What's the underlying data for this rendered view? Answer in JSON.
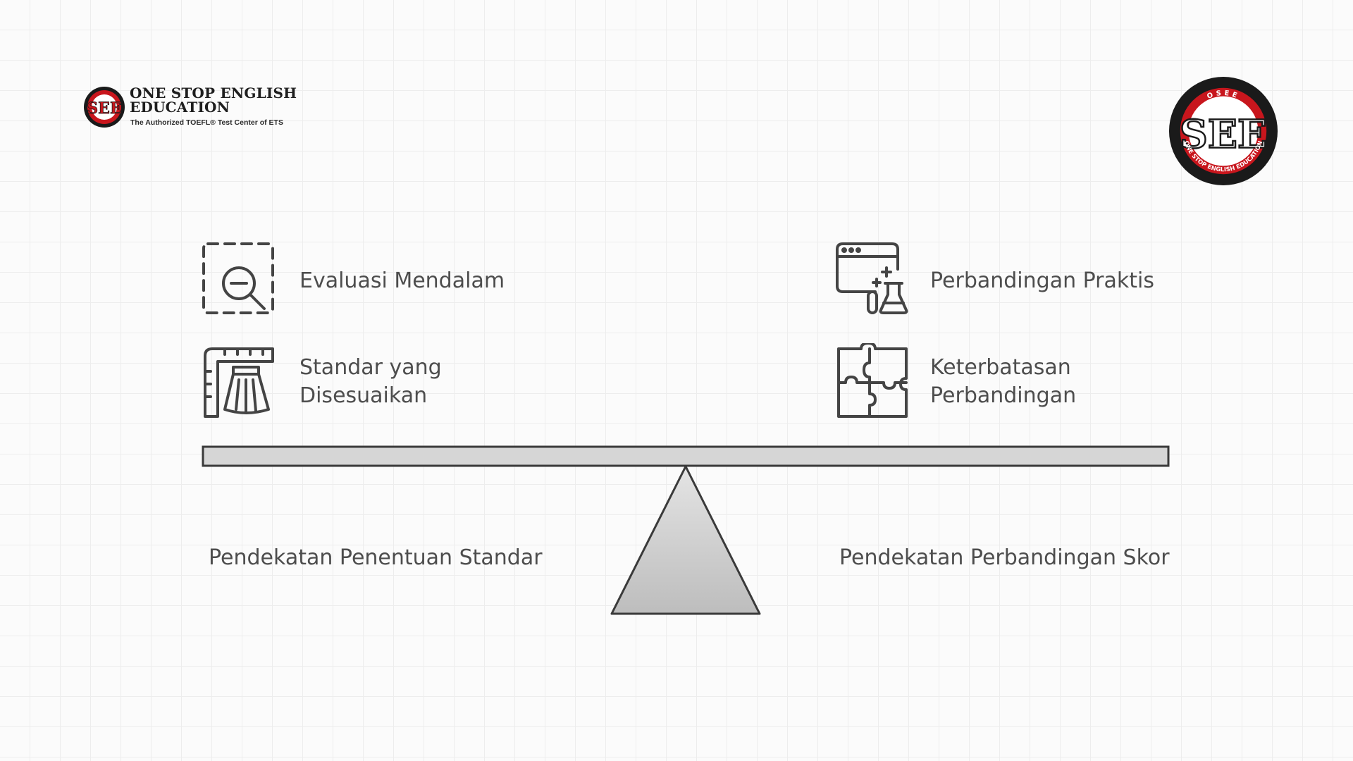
{
  "brand": {
    "name_line1": "ONE STOP ENGLISH",
    "name_line2": "EDUCATION",
    "tagline": "The Authorized TOEFL® Test Center of ETS",
    "seal_text": "SEE",
    "color_red": "#c8161d",
    "color_black": "#1a1a1a"
  },
  "badge": {
    "monogram": "SEE",
    "top_text": "OSEE",
    "ring_text": "ONE STOP ENGLISH EDUCATION"
  },
  "left": {
    "items": [
      {
        "icon": "zoom-out-search-icon",
        "label_line1": "Evaluasi Mendalam",
        "label_line2": ""
      },
      {
        "icon": "skirt-pattern-ruler-icon",
        "label_line1": "Standar yang",
        "label_line2": "Disesuaikan"
      }
    ],
    "side_label": "Pendekatan Penentuan Standar"
  },
  "right": {
    "items": [
      {
        "icon": "browser-lab-flask-icon",
        "label_line1": "Perbandingan Praktis",
        "label_line2": ""
      },
      {
        "icon": "puzzle-pieces-icon",
        "label_line1": "Keterbatasan",
        "label_line2": "Perbandingan"
      }
    ],
    "side_label": "Pendekatan Perbandingan Skor"
  },
  "colors": {
    "icon_stroke": "#444444",
    "text": "#4d4d4d",
    "beam_fill": "#d6d6d6",
    "stroke": "#3a3a3a"
  }
}
